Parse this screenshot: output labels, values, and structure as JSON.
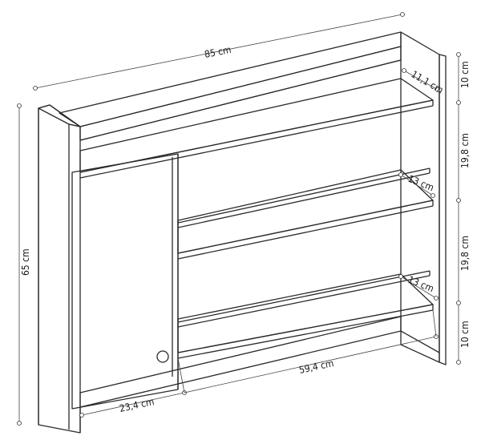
{
  "dimensions": {
    "width": "85 cm",
    "height": "65 cm",
    "shelf_depth_top": "11,1 cm",
    "shelf_depth_mid": "13 cm",
    "shelf_depth_low": "13 cm",
    "gap_top": "10 cm",
    "gap_upper": "19,8 cm",
    "gap_lower": "19,8 cm",
    "gap_bottom": "10 cm",
    "door_width": "23,4 cm",
    "open_width": "59,4 cm"
  }
}
